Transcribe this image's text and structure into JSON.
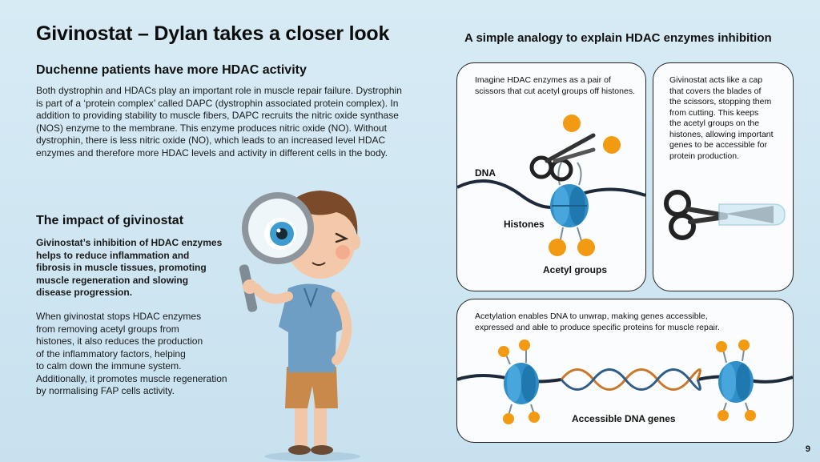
{
  "title": "Givinostat – Dylan takes a closer look",
  "analogy_heading": "A simple analogy to explain HDAC enzymes inhibition",
  "section1": {
    "heading": "Duchenne patients have more HDAC activity",
    "lines": [
      "Both dystrophin and HDACs play an important role in muscle repair failure. Dystrophin",
      "is part of a ‘protein complex’ called DAPC (dystrophin associated protein complex). In",
      "addition to providing stability to muscle fibers, DAPC recruits the nitric oxide synthase",
      "(NOS) enzyme to the membrane. This enzyme produces nitric oxide (NO). Without",
      "dystrophin, there is less nitric oxide (NO), which leads to an increased level HDAC",
      "enzymes and therefore more HDAC levels and activity in different cells in the body."
    ]
  },
  "section2": {
    "heading": "The impact of givinostat",
    "bold_lines": [
      "Givinostat’s inhibition of HDAC enzymes",
      "helps to reduce inflammation and",
      "fibrosis in muscle tissues, promoting",
      "muscle regeneration and slowing",
      "disease progression."
    ],
    "lines": [
      "When givinostat stops HDAC enzymes",
      "from removing acetyl groups from",
      "histones, it also reduces the production",
      "of the inflammatory factors, helping",
      "to calm down the immune system.",
      "Additionally, it promotes muscle regeneration",
      "by normalising FAP cells activity."
    ]
  },
  "panel1": {
    "lines": [
      "Imagine HDAC enzymes as a pair of",
      "scissors that cut acetyl groups off histones."
    ],
    "dna_label": "DNA",
    "histones_label": "Histones",
    "acetyl_label": "Acetyl groups"
  },
  "panel2": {
    "lines": [
      "Givinostat acts like a cap",
      "that covers the blades of",
      "the scissors, stopping them",
      "from cutting. This keeps",
      "the acetyl groups on the",
      "histones, allowing important",
      "genes to be accessible for",
      "protein production."
    ]
  },
  "panel3": {
    "lines": [
      "Acetylation enables DNA to unwrap, making genes accessible,",
      "expressed and able to produce specific proteins for muscle repair."
    ],
    "genes_label": "Accessible DNA genes"
  },
  "page_number": "9",
  "colors": {
    "background": "#d2e8f3",
    "histone_blue": "#2e8fc9",
    "acetyl_orange": "#f29a12",
    "outline": "#222222"
  }
}
